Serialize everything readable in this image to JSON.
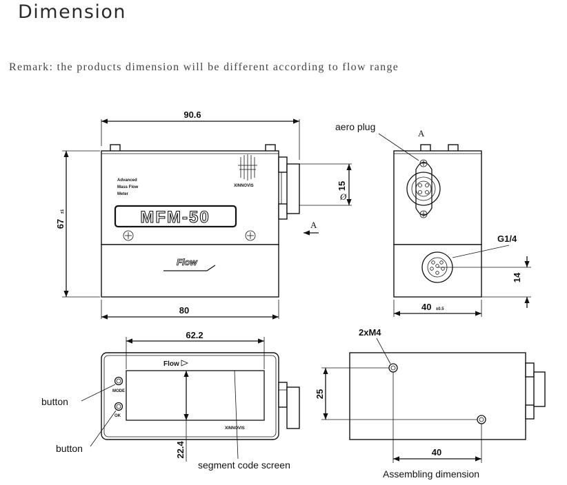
{
  "page": {
    "title": "Dimension",
    "remark": "Remark: the products dimension will be different according to flow range"
  },
  "front_view": {
    "dim_top": "90.6",
    "dim_bottom": "80",
    "dim_height": "67",
    "dim_height_tol": "±1",
    "dim_diameter": "15",
    "product_text": [
      "Advanced",
      "Mass Flow",
      "Meter"
    ],
    "model": "MFM-50",
    "brand": "XINNOVIS",
    "flow_label": "Flow",
    "section_mark": "A"
  },
  "side_view": {
    "section_mark": "A",
    "aero_plug_label": "aero plug",
    "thread_label": "G1/4",
    "dim_width": "40",
    "dim_width_tol": "±0.5",
    "dim_port_height": "14"
  },
  "top_view": {
    "dim_screen_width": "62.2",
    "dim_screen_height": "22.4",
    "flow_label": "Flow",
    "mode_label": "MODE",
    "ok_label": "OK",
    "brand": "XINNOVIS",
    "button_label_1": "button",
    "button_label_2": "button",
    "screen_label": "segment code screen"
  },
  "assembly_view": {
    "hole_label": "2xM4",
    "dim_vertical": "25",
    "dim_horizontal": "40",
    "caption": "Assembling dimension"
  }
}
